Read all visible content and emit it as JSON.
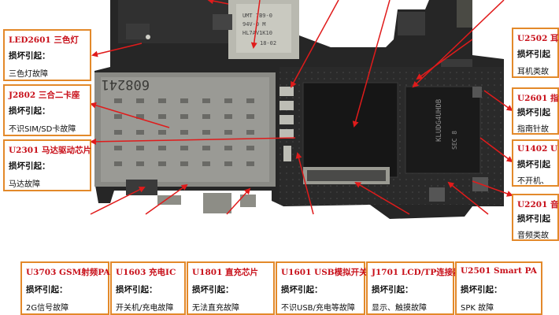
{
  "callouts": [
    {
      "id": "led2601",
      "title": "LED2601 三色灯",
      "heading": "损坏引起：",
      "fault": "三色灯故障"
    },
    {
      "id": "j2802",
      "title": "J2802 三合二卡座",
      "heading": "损坏引起：",
      "fault": "不识SIM/SD卡故障"
    },
    {
      "id": "u2301",
      "title": "U2301 马达驱动芯片",
      "heading": "损坏引起：",
      "fault": "马达故障"
    },
    {
      "id": "u3703",
      "title": "U3703 GSM射频PA",
      "heading": "损坏引起：",
      "fault": "2G信号故障"
    },
    {
      "id": "u1603",
      "title": "U1603 充电IC",
      "heading": "损坏引起：",
      "fault": "开关机/充电故障"
    },
    {
      "id": "u1801",
      "title": "U1801 直充芯片",
      "heading": "损坏引起：",
      "fault": "无法直充故障"
    },
    {
      "id": "u1601",
      "title": "U1601 USB模拟开关",
      "heading": "损坏引起：",
      "fault": "不识USB/充电等故障"
    },
    {
      "id": "j1701",
      "title": "J1701 LCD/TP连接器",
      "heading": "损坏引起：",
      "fault": "显示、触摸故障"
    },
    {
      "id": "u2501",
      "title": "U2501 Smart PA",
      "heading": "损坏引起：",
      "fault": "SPK 故障"
    },
    {
      "id": "u2502",
      "title": "U2502 耳",
      "heading": "损坏引起",
      "fault": "耳机类故"
    },
    {
      "id": "u2601",
      "title": "U2601 指",
      "heading": "损坏引起",
      "fault": "指南针故"
    },
    {
      "id": "u1402",
      "title": "U1402 U",
      "heading": "损坏引起",
      "fault": "不开机、"
    },
    {
      "id": "u2201",
      "title": "U2201 音",
      "heading": "损坏引起",
      "fault": "音频类故"
    }
  ],
  "board_text": {
    "sim_code": "608241",
    "chip_code": "KLUDG4UHDB",
    "chip_code2": "SEC 8",
    "umt": "UMT 7B9-0",
    "module": "94V-0 M",
    "flash_code": "HL7AV1K10",
    "date": "18-02"
  },
  "colors": {
    "callout_border": "#e3892a",
    "title": "#c8101a",
    "arrow": "#e01b1b",
    "board": "#2b2b2b"
  }
}
